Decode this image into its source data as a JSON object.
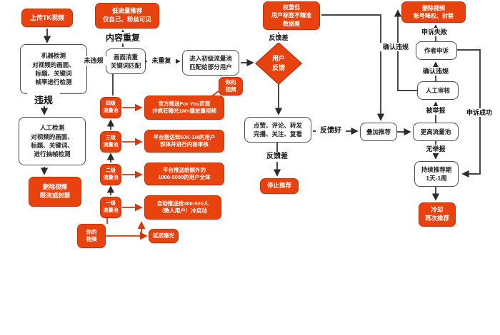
{
  "colors": {
    "accent_red": "#e8430e",
    "accent_red_border": "#c33107",
    "line_dark": "#2b2b2b",
    "line_red": "#cf3a10",
    "box_border": "#4d4d4d",
    "background": "#ffffff"
  },
  "nodes": {
    "upload": "上传TK视频",
    "machine_check": "机器检测\n对视频的画面、\n标题、关键词\n帧率进行检测",
    "manual_check": "人工检测\n对视频的画面、\n标题、关键词、\n进行抽帧检测",
    "delete_restrict": "删除视频\n限流或封禁",
    "dedup_check": "画面消重\n关键词匹配",
    "low_traffic": "低流量推荐\n仅自己、粉丝可见",
    "enter_pool": "进入初级流量池\n匹配给部分用户",
    "feedback_diamond": "用户\n反馈",
    "low_weight": "权重低\n用户标签不精准\n数据差",
    "engagement": "点赞、评论、转发\n完播、关注、复看",
    "stop_recommend": "停止推荐",
    "stack_recommend": "叠加推荐",
    "higher_pool": "更高流量池",
    "manual_review": "人工审核",
    "author_appeal": "作者申诉",
    "delete_ban": "删除视频\n账号降权、封禁",
    "sustain_period": "持续推荐期\n1天-1周",
    "cooldown": "冷却\n再次推荐",
    "pool4": "四级\n流量池",
    "pool4_desc": "官方推送For You页面\n并疯狂曝光1M+播放量视频",
    "pool3": "三级\n流量池",
    "pool3_desc": "平台推送到50K-1M的用户\n群体并进行内容审核",
    "pool2": "二级\n流量池",
    "pool2_desc": "平台推送给额外的\n1000-5000的用户全体",
    "pool1": "一级\n流量池",
    "pool1_desc": "自动推送给300-500人\n（熟人用户）冷启动",
    "your_video_top": "你的\n视频",
    "your_video_bottom": "你的\n视频",
    "delayed_exposure": "延迟曝光"
  },
  "labels": {
    "violation": "违规",
    "no_violation": "未违规",
    "content_repeat": "内容重复",
    "not_repeat": "未重复",
    "feedback_bad_top": "反馈差",
    "feedback_good": "反馈好",
    "feedback_bad_bottom": "反馈差",
    "reported": "被举报",
    "no_report": "无举报",
    "confirm_violation": "确认违规",
    "confirm_violation_left": "确认违规",
    "appeal_fail": "申诉失败",
    "appeal_success": "申诉成功"
  }
}
